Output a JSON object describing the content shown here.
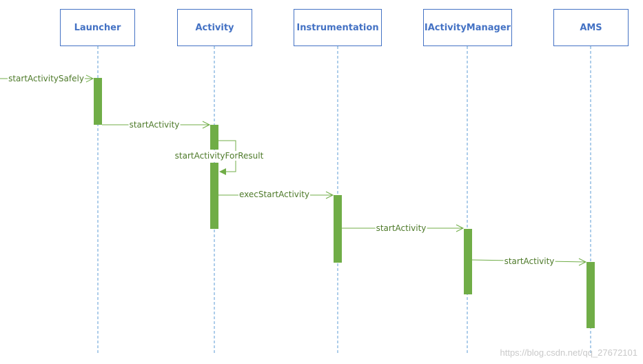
{
  "participants": [
    {
      "name": "Launcher"
    },
    {
      "name": "Activity"
    },
    {
      "name": "Instrumentation"
    },
    {
      "name": "IActivityManager"
    },
    {
      "name": "AMS"
    }
  ],
  "messages": [
    {
      "label": "startActivitySafely",
      "from": "external",
      "to": "Launcher"
    },
    {
      "label": "startActivity",
      "from": "Launcher",
      "to": "Activity"
    },
    {
      "label": "startActivityForResult",
      "from": "Activity",
      "to": "Activity"
    },
    {
      "label": "execStartActivity",
      "from": "Activity",
      "to": "Instrumentation"
    },
    {
      "label": "startActivity",
      "from": "Instrumentation",
      "to": "IActivityManager"
    },
    {
      "label": "startActivity",
      "from": "IActivityManager",
      "to": "AMS"
    }
  ],
  "colors": {
    "participant_border": "#4472c4",
    "participant_text": "#4472c4",
    "lifeline": "#5b9bd5",
    "activation": "#70ad47",
    "message_line": "#70ad47",
    "message_text": "#4e7a2a"
  },
  "watermark": "https://blog.csdn.net/qq_27672101"
}
